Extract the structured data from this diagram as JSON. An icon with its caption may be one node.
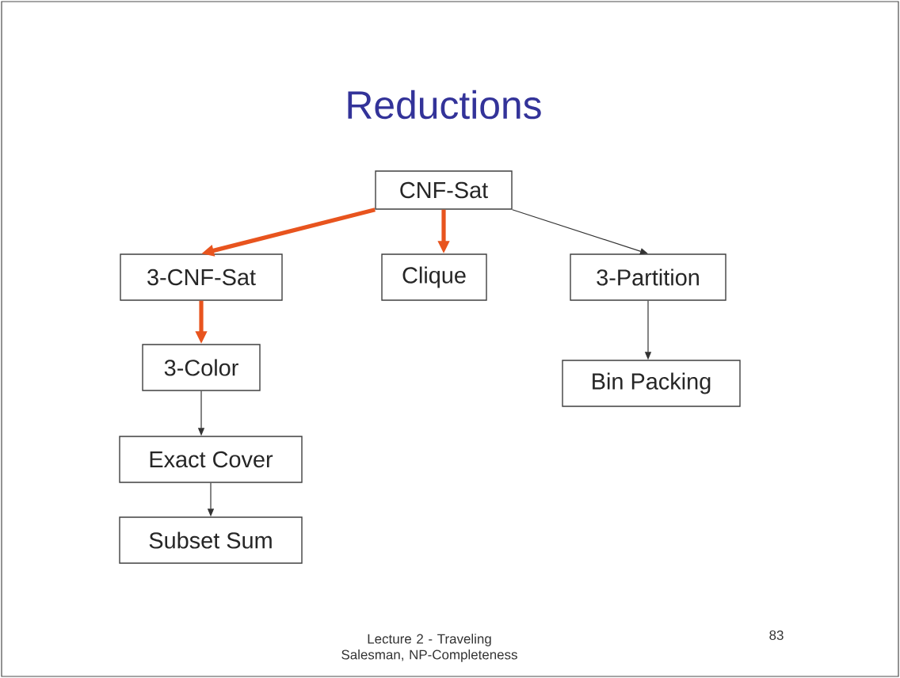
{
  "diagram": {
    "title": "Reductions",
    "nodes": [
      {
        "text": [
          "CNF-Sat"
        ]
      },
      {
        "text": [
          "3-CNF-Sat"
        ]
      },
      {
        "text": [
          "Clique"
        ]
      },
      {
        "text": [
          "3-Partition"
        ]
      },
      {
        "text": [
          "3-Color"
        ]
      },
      {
        "text": [
          "Bin Packing"
        ]
      },
      {
        "text": [
          "Exact Cover"
        ]
      },
      {
        "text": [
          "Subset Sum"
        ]
      }
    ],
    "edges": [
      {
        "from": 0,
        "to": 1,
        "arrow": "to",
        "style": "thick",
        "color": "#e8541e"
      },
      {
        "from": 0,
        "to": 2,
        "arrow": "to",
        "style": "thick",
        "color": "#e8541e"
      },
      {
        "from": 0,
        "to": 3,
        "arrow": "to"
      },
      {
        "from": 1,
        "to": 4,
        "arrow": "to",
        "style": "thick",
        "color": "#e8541e"
      },
      {
        "from": 3,
        "to": 5,
        "arrow": "to"
      },
      {
        "from": 4,
        "to": 6,
        "arrow": "to"
      },
      {
        "from": 6,
        "to": 7,
        "arrow": "to"
      }
    ],
    "labels": [
      "Lecture 2 - Traveling Salesman, NP-Completeness",
      "83"
    ]
  }
}
